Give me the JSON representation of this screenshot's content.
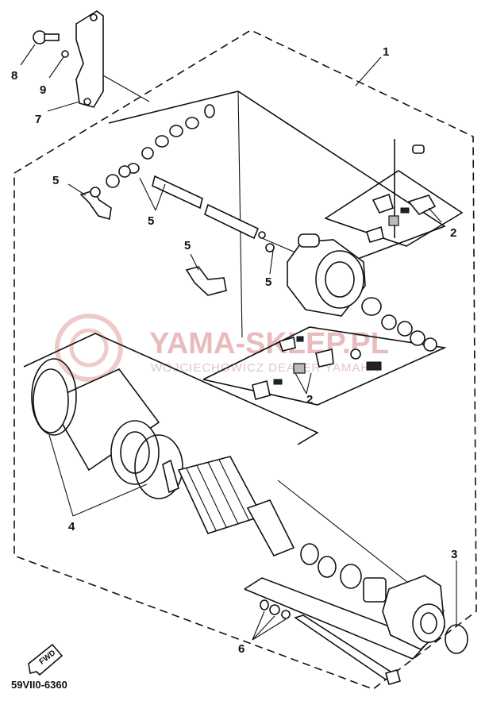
{
  "callouts": {
    "c1": "1",
    "c2a": "2",
    "c2b": "2",
    "c3": "3",
    "c4": "4",
    "c5a": "5",
    "c5b": "5",
    "c5c": "5",
    "c5d": "5",
    "c6": "6",
    "c7": "7",
    "c8": "8",
    "c9": "9"
  },
  "watermark": {
    "brand": "YAMA-SKLEP.PL",
    "dealer": "WOJCIECHOWICZ DEALER YAMAHA"
  },
  "direction_marker": "FWD",
  "diagram_ref": "59VII0-6360",
  "colors": {
    "ink": "#111111",
    "watermark": "#e8bcbc"
  }
}
